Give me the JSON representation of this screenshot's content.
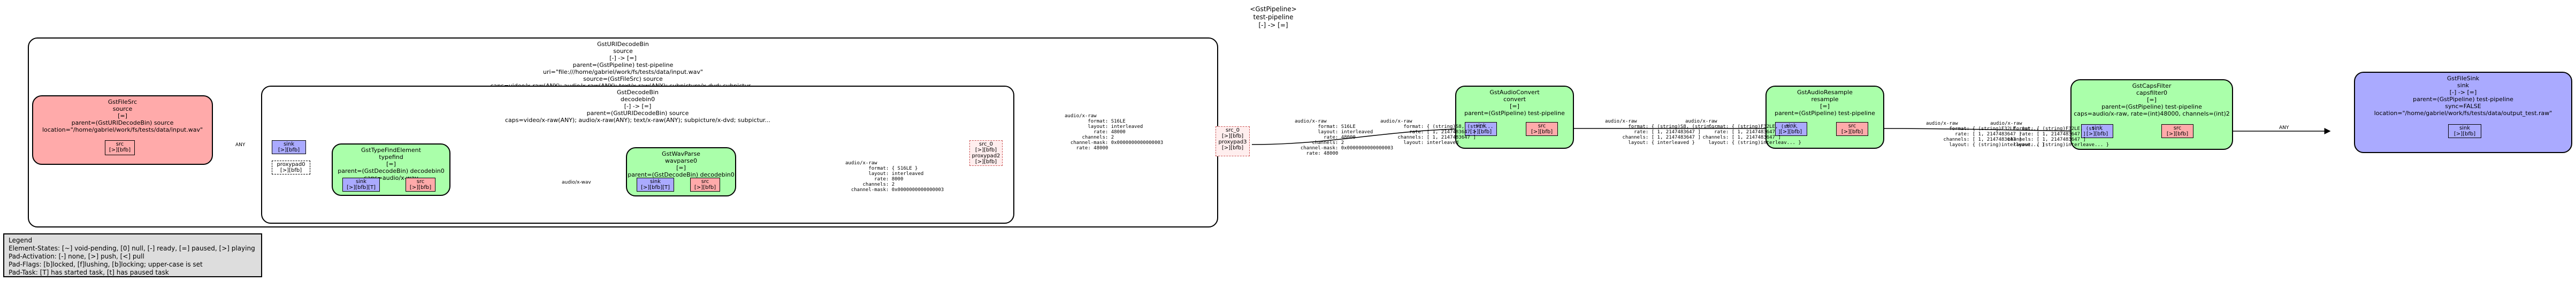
{
  "pipeline": {
    "line1": "<GstPipeline>",
    "line2": "test-pipeline",
    "line3": "[-] -> [=]"
  },
  "uridecodebin": {
    "lines": [
      "GstURIDecodeBin",
      "source",
      "[-] -> [=]",
      "parent=(GstPipeline) test-pipeline",
      "uri=\"file:///home/gabriel/work/fs/tests/data/input.wav\"",
      "source=(GstFileSrc) source",
      "caps=video/x-raw(ANY); audio/x-raw(ANY); text/x-raw(ANY); subpicture/x-dvd; subpictur..."
    ]
  },
  "filesrc": {
    "lines": [
      "GstFileSrc",
      "source",
      "[=]",
      "parent=(GstURIDecodeBin) source",
      "location=\"/home/gabriel/work/fs/tests/data/input.wav\""
    ],
    "src_pad": [
      "src",
      "[>][bfb]"
    ]
  },
  "decodebin": {
    "lines": [
      "GstDecodeBin",
      "decodebin0",
      "[-] -> [=]",
      "parent=(GstURIDecodeBin) source",
      "caps=video/x-raw(ANY); audio/x-raw(ANY); text/x-raw(ANY); subpicture/x-dvd; subpictur..."
    ],
    "sink_pad": [
      "sink",
      "[>][bfb]"
    ],
    "proxypad": [
      "proxypad0",
      "[>][bfb]"
    ],
    "src_pad": [
      "src_0",
      "[>][bfb]"
    ],
    "proxypad2": [
      "proxypad2",
      "[>][bfb]"
    ]
  },
  "typefind": {
    "lines": [
      "GstTypeFindElement",
      "typefind",
      "[=]",
      "parent=(GstDecodeBin) decodebin0",
      "caps=audio/x-wav"
    ],
    "sink_pad": [
      "sink",
      "[>][bfb][T]"
    ],
    "src_pad": [
      "src",
      "[>][bfb]"
    ]
  },
  "wavparse": {
    "lines": [
      "GstWavParse",
      "wavparse0",
      "[=]",
      "parent=(GstDecodeBin) decodebin0"
    ],
    "sink_pad": [
      "sink",
      "[>][bfb][T]"
    ],
    "src_pad": [
      "src",
      "[>][bfb]"
    ]
  },
  "uri_src_ghost": [
    "src_0",
    "[>][bfb]",
    "",
    "proxypad3",
    "[>][bfb]"
  ],
  "audioconvert": {
    "lines": [
      "GstAudioConvert",
      "convert",
      "[=]",
      "parent=(GstPipeline) test-pipeline"
    ],
    "sink_pad": [
      "sink",
      "[>][bfb]"
    ],
    "src_pad": [
      "src",
      "[>][bfb]"
    ]
  },
  "audioresample": {
    "lines": [
      "GstAudioResample",
      "resample",
      "[=]",
      "parent=(GstPipeline) test-pipeline"
    ],
    "sink_pad": [
      "sink",
      "[>][bfb]"
    ],
    "src_pad": [
      "src",
      "[>][bfb]"
    ]
  },
  "capsfilter": {
    "lines": [
      "GstCapsFilter",
      "capsfilter0",
      "[=]",
      "parent=(GstPipeline) test-pipeline",
      "caps=audio/x-raw, rate=(int)48000, channels=(int)2"
    ],
    "sink_pad": [
      "sink",
      "[>][bfb]"
    ],
    "src_pad": [
      "src",
      "[>][bfb]"
    ]
  },
  "filesink": {
    "lines": [
      "GstFileSink",
      "sink",
      "[-] -> [=]",
      "parent=(GstPipeline) test-pipeline",
      "sync=FALSE",
      "location=\"/home/gabriel/work/fs/tests/data/output_test.raw\""
    ],
    "sink_pad": [
      "sink",
      "[>][bfb]"
    ]
  },
  "edge_labels": {
    "any": "ANY",
    "audio_wav": "audio/x-wav",
    "caps_wavparse": "audio/x-raw\n        format: { S16LE }\n        layout: interleaved\n          rate: 8000\n      channels: 2\n  channel-mask: 0x0000000000000003",
    "caps_decoded": "audio/x-raw\n        format: S16LE\n        layout: interleaved\n          rate: 48000\n      channels: 2\n  channel-mask: 0x0000000000000003\n    rate: 48000",
    "caps_convert_in": "audio/x-raw\n        format: { (string)S8, (strin...\n          rate: [ 1, 2147483647 ]\n      channels: [ 1, 2147483647 ]\n        layout: interleaved",
    "caps_convert_out": "audio/x-raw\n        format: { (string)S8, (strin...\n          rate: [ 1, 2147483647 ]\n      channels: [ 1, 2147483647 ]\n        layout: { interleaved }",
    "caps_resample_in": "audio/x-raw\n        format: { (string)F32LE, (st...\n          rate: [ 1, 2147483647 ]\n      channels: [ 1, 2147483647 ]\n        layout: { (string)interleav... }",
    "caps_resample_out": "audio/x-raw\n        format: { (string)F32LE, (st...\n          rate: [ 1, 2147483647 ]\n      channels: [ 1, 2147483647 ]\n        layout: { (string)interleave... }",
    "caps_capsfilter": "audio/x-raw\n        format: { (string)F32LE, (st...\n          rate: [ 1, 2147483647 ]\n      channels: [ 1, 2147483647 ]\n        layout: { (string)interleave... }"
  },
  "legend": {
    "lines": [
      "Legend",
      "Element-States: [~] void-pending, [0] null, [-] ready, [=] paused, [>] playing",
      "Pad-Activation: [-] none, [>] push, [<] pull",
      "Pad-Flags: [b]locked, [f]lushing, [b]locking; upper-case is set",
      "Pad-Task: [T] has started task, [t] has paused task"
    ]
  }
}
